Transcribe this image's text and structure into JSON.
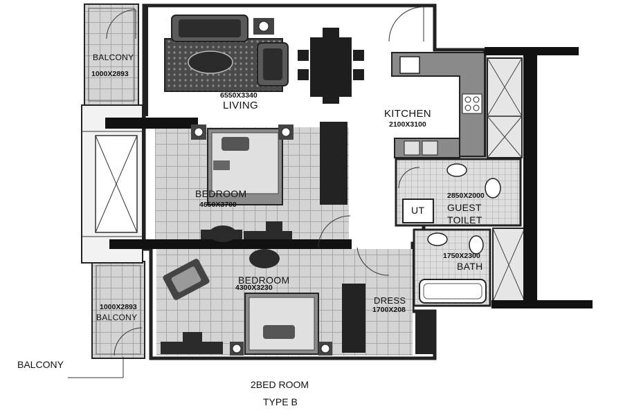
{
  "rooms": {
    "living": {
      "name": "LIVING",
      "dim": "6550X3340"
    },
    "kitchen": {
      "name": "KITCHEN",
      "dim": "2100X3100"
    },
    "bedroom1": {
      "name": "BEDROOM",
      "dim": "4650X3700"
    },
    "bedroom2": {
      "name": "BEDROOM",
      "dim": "4300X3230"
    },
    "guest_toilet": {
      "name_line1": "GUEST",
      "name_line2": "TOILET",
      "dim": "2850X2000"
    },
    "ut": {
      "name": "UT"
    },
    "bath": {
      "name": "BATH",
      "dim": "1750X2300"
    },
    "dress": {
      "name": "DRESS",
      "dim": "1700X208"
    },
    "balcony_top": {
      "name": "BALCONY",
      "dim": "1000X2893"
    },
    "balcony_bottom": {
      "name": "BALCONY",
      "dim": "1000X2893"
    }
  },
  "callout": {
    "label": "BALCONY"
  },
  "caption": {
    "line1": "2BED ROOM",
    "line2": "TYPE B"
  },
  "colors": {
    "wall": "#111111",
    "tile": "#d2d2d2",
    "grid": "#8f8f8f",
    "floor": "#ffffff",
    "furniture": "#3a3a3a"
  }
}
